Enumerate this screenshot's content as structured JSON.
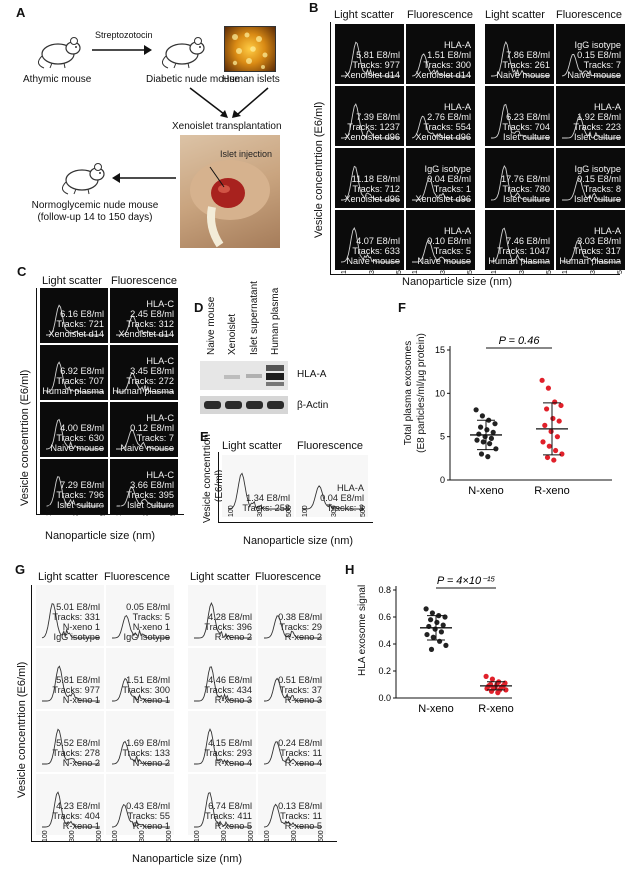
{
  "panels": {
    "A": {
      "label": "A",
      "athymic": "Athymic mouse",
      "strep": "Streptozotocin",
      "diabetic": "Diabetic nude mouse",
      "islets": "Human islets",
      "xeno": "Xenoislet transplantation",
      "injection": "Islet injection",
      "normo1": "Normoglycemic nude mouse",
      "normo2": "(follow-up 14 to 150 days)"
    },
    "B": {
      "label": "B",
      "col_headers": [
        "Light scatter",
        "Fluorescence",
        "Light scatter",
        "Fluorescence"
      ],
      "ylabel": "Vesicle concentrtion (E6/ml)",
      "xlabel": "Nanoparticle size (nm)",
      "ticks": [
        "100",
        "300",
        "500"
      ],
      "cells": [
        {
          "l1": "5.81 E8/ml",
          "l2": "Tracks: 977",
          "l3": "Xenoislet d14"
        },
        {
          "l1": "HLA-A",
          "l2": "1.51 E8/ml",
          "l3": "Tracks: 300",
          "l4": "Xenoislet d14"
        },
        {
          "l1": "7.86 E8/ml",
          "l2": "Tracks: 261",
          "l3": "Naive mouse"
        },
        {
          "l1": "IgG isotype",
          "l2": "0.15 E8/ml",
          "l3": "Tracks: 7",
          "l4": "Naive mouse"
        },
        {
          "l1": "7.39 E8/ml",
          "l2": "Tracks: 1237",
          "l3": "Xenoislet d96"
        },
        {
          "l1": "HLA-A",
          "l2": "2.76 E8/ml",
          "l3": "Tracks: 554",
          "l4": "Xenoislet d96"
        },
        {
          "l1": "6.23 E8/ml",
          "l2": "Tracks: 704",
          "l3": "Islet culture"
        },
        {
          "l1": "HLA-A",
          "l2": "1.92 E8/ml",
          "l3": "Tracks: 223",
          "l4": "Islet culture"
        },
        {
          "l1": "11.18 E8/ml",
          "l2": "Tracks: 712",
          "l3": "Xenoislet d96"
        },
        {
          "l1": "IgG isotype",
          "l2": "0.04 E8/ml",
          "l3": "Tracks: 1",
          "l4": "Xenoislet d96"
        },
        {
          "l1": "17.76 E8/ml",
          "l2": "Tracks: 780",
          "l3": "Islet culture"
        },
        {
          "l1": "IgG isotype",
          "l2": "0.15 E8/ml",
          "l3": "Tracks: 8",
          "l4": "Islet culture"
        },
        {
          "l1": "4.07 E8/ml",
          "l2": "Tracks: 633",
          "l3": "Naive mouse"
        },
        {
          "l1": "HLA-A",
          "l2": "0.10 E8/ml",
          "l3": "Tracks: 5",
          "l4": "Naive mouse"
        },
        {
          "l1": "7.46 E8/ml",
          "l2": "Tracks: 1047",
          "l3": "Human plasma"
        },
        {
          "l1": "HLA-A",
          "l2": "3.03 E8/ml",
          "l3": "Tracks: 317",
          "l4": "Human plasma"
        }
      ]
    },
    "C": {
      "label": "C",
      "col_headers": [
        "Light scatter",
        "Fluorescence"
      ],
      "ylabel": "Vesicle concentrtion (E6/ml)",
      "xlabel": "Nanoparticle size (nm)",
      "ticks": [
        "100",
        "300",
        "500"
      ],
      "cells": [
        {
          "l1": "6.16 E8/ml",
          "l2": "Tracks: 721",
          "l3": "Xenoislet d14"
        },
        {
          "l1": "HLA-C",
          "l2": "2.45 E8/ml",
          "l3": "Tracks: 312",
          "l4": "Xenoislet d14"
        },
        {
          "l1": "6.92 E8/ml",
          "l2": "Tracks: 707",
          "l3": "Human plasma"
        },
        {
          "l1": "HLA-C",
          "l2": "3.45 E8/ml",
          "l3": "Tracks: 272",
          "l4": "Human plasma"
        },
        {
          "l1": "4.00 E8/ml",
          "l2": "Tracks: 630",
          "l3": "Naive mouse"
        },
        {
          "l1": "HLA-C",
          "l2": "0.12 E8/ml",
          "l3": "Tracks: 7",
          "l4": "Naive mouse"
        },
        {
          "l1": "7.29 E8/ml",
          "l2": "Tracks: 796",
          "l3": "Islet culture"
        },
        {
          "l1": "HLA-C",
          "l2": "3.66 E8/ml",
          "l3": "Tracks: 395",
          "l4": "Islet culture"
        }
      ]
    },
    "D": {
      "label": "D",
      "lanes": [
        "Naive mouse",
        "Xenoislet",
        "Islet supernatant",
        "Human plasma"
      ],
      "band1": "HLA-A",
      "band2": "β-Actin"
    },
    "E": {
      "label": "E",
      "col_headers": [
        "Light scatter",
        "Fluorescence"
      ],
      "ylabel1": "Vesicle concentrtion",
      "ylabel2": "(E6/ml)",
      "xlabel": "Nanoparticle size (nm)",
      "ticks": [
        "100",
        "300",
        "500"
      ],
      "cells": [
        {
          "l1": "1.34 E8/ml",
          "l2": "Tracks: 258"
        },
        {
          "l1": "HLA-A",
          "l2": "0.04 E8/ml",
          "l3": "Tracks: 3"
        }
      ]
    },
    "F": {
      "label": "F",
      "pvalue": "P = 0.46",
      "ylabel1": "Total plasma exosomes",
      "ylabel2": "(E8 particles/ml/µg protein)"
    },
    "G": {
      "label": "G",
      "col_headers": [
        "Light scatter",
        "Fluorescence",
        "Light scatter",
        "Fluorescence"
      ],
      "ylabel": "Vesicle concentrtion (E6/ml)",
      "xlabel": "Nanoparticle size (nm)",
      "ticks": [
        "100",
        "300",
        "500"
      ],
      "cells": [
        {
          "l1": "5.01 E8/ml",
          "l2": "Tracks: 331",
          "l3": "N-xeno 1",
          "l4": "IgG isotype"
        },
        {
          "l1": "0.05 E8/ml",
          "l2": "Tracks: 5",
          "l3": "N-xeno 1",
          "l4": "IgG isotype"
        },
        {
          "l1": "4.28 E8/ml",
          "l2": "Tracks: 396",
          "l3": "R-xeno 2"
        },
        {
          "l1": "0.38 E8/ml",
          "l2": "Tracks: 29",
          "l3": "R-xeno 2"
        },
        {
          "l1": "5.81 E8/ml",
          "l2": "Tracks: 977",
          "l3": "N-xeno 1"
        },
        {
          "l1": "1.51 E8/ml",
          "l2": "Tracks: 300",
          "l3": "N-xeno 1"
        },
        {
          "l1": "4.46 E8/ml",
          "l2": "Tracks: 434",
          "l3": "R-xeno 3"
        },
        {
          "l1": "0.51 E8/ml",
          "l2": "Tracks: 37",
          "l3": "R-xeno 3"
        },
        {
          "l1": "5.52 E8/ml",
          "l2": "Tracks: 278",
          "l3": "N-xeno 2"
        },
        {
          "l1": "1.69 E8/ml",
          "l2": "Tracks: 133",
          "l3": "N-xeno 2"
        },
        {
          "l1": "4.15 E8/ml",
          "l2": "Tracks: 293",
          "l3": "R-xeno 4"
        },
        {
          "l1": "0.24 E8/ml",
          "l2": "Tracks: 11",
          "l3": "R-xeno 4"
        },
        {
          "l1": "4.23 E8/ml",
          "l2": "Tracks: 404",
          "l3": "R-xeno 1"
        },
        {
          "l1": "0.43 E8/ml",
          "l2": "Tracks: 55",
          "l3": "R-xeno 1"
        },
        {
          "l1": "6.74 E8/ml",
          "l2": "Tracks: 411",
          "l3": "R-xeno 5"
        },
        {
          "l1": "0.13 E8/ml",
          "l2": "Tracks: 11",
          "l3": "R-xeno 5"
        }
      ]
    },
    "H": {
      "label": "H",
      "pvalue": "P = 4×10⁻¹⁵",
      "ylabel": "HLA exosome signal"
    }
  },
  "chart_data": [
    {
      "type": "scatter",
      "title": "",
      "xlabel": "",
      "ylabel": "Total plasma exosomes (E8 particles/ml/µg protein)",
      "categories": [
        "N-xeno",
        "R-xeno"
      ],
      "ylim": [
        0,
        15
      ],
      "yticks": [
        0,
        5,
        10,
        15
      ],
      "annotation": "P = 0.46",
      "series": [
        {
          "name": "N-xeno",
          "color": "#222222",
          "marker": "circle",
          "mean": 5.2,
          "sd": 1.7,
          "values": [
            8.1,
            7.4,
            6.9,
            6.5,
            6.1,
            5.8,
            5.5,
            5.3,
            5.0,
            4.8,
            4.6,
            4.4,
            4.2,
            3.6,
            3.0,
            2.7
          ]
        },
        {
          "name": "R-xeno",
          "color": "#e0202a",
          "marker": "circle",
          "mean": 5.9,
          "sd": 3.0,
          "values": [
            11.5,
            10.6,
            9.0,
            8.6,
            8.2,
            7.1,
            6.8,
            6.3,
            5.6,
            5.0,
            4.4,
            3.9,
            3.4,
            3.0,
            2.6,
            2.3
          ]
        }
      ]
    },
    {
      "type": "scatter",
      "title": "",
      "xlabel": "",
      "ylabel": "HLA exosome signal",
      "categories": [
        "N-xeno",
        "R-xeno"
      ],
      "ylim": [
        0.0,
        0.8
      ],
      "yticks": [
        0.0,
        0.2,
        0.4,
        0.6,
        0.8
      ],
      "annotation": "P = 4×10⁻¹⁵",
      "series": [
        {
          "name": "N-xeno",
          "color": "#222222",
          "marker": "circle",
          "mean": 0.52,
          "sd": 0.09,
          "values": [
            0.66,
            0.63,
            0.61,
            0.6,
            0.58,
            0.56,
            0.54,
            0.53,
            0.51,
            0.49,
            0.47,
            0.45,
            0.42,
            0.39,
            0.36
          ]
        },
        {
          "name": "R-xeno",
          "color": "#e0202a",
          "marker": "circle",
          "mean": 0.09,
          "sd": 0.03,
          "values": [
            0.16,
            0.14,
            0.12,
            0.11,
            0.1,
            0.1,
            0.09,
            0.09,
            0.08,
            0.08,
            0.07,
            0.07,
            0.06,
            0.06,
            0.05,
            0.04
          ]
        }
      ]
    }
  ]
}
